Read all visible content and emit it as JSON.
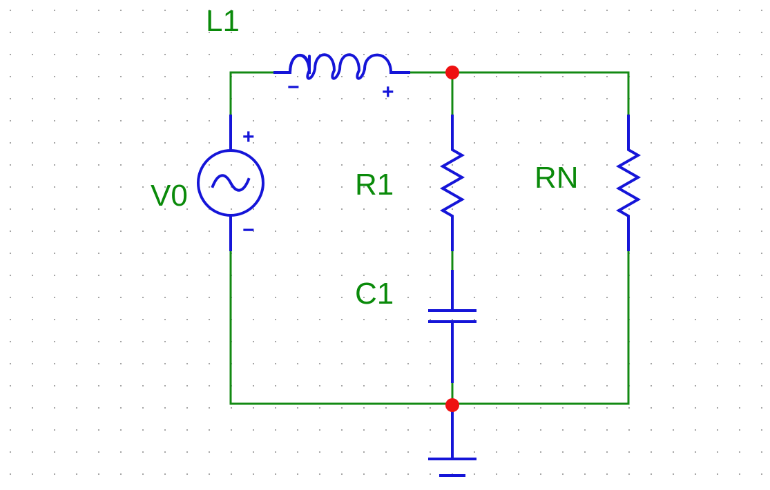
{
  "schematic": {
    "components": {
      "source": {
        "label": "V0",
        "type": "ac-voltage-source",
        "plus": "+",
        "minus": "−"
      },
      "inductor": {
        "label": "L1",
        "type": "inductor",
        "minus": "−",
        "plus": "+"
      },
      "resistor": {
        "label": "R1",
        "type": "resistor"
      },
      "capacitor": {
        "label": "C1",
        "type": "capacitor"
      },
      "load": {
        "label": "RN",
        "type": "resistor"
      },
      "ground": {
        "type": "ground"
      }
    },
    "colors": {
      "wire": "#138a13",
      "component": "#1515d8",
      "label": "#0a8a0a",
      "junction": "#ee1111",
      "grid_dot": "#9a9a9a"
    },
    "icons": [
      "ac-source-icon",
      "inductor-icon",
      "resistor-icon",
      "capacitor-icon",
      "ground-icon",
      "junction-dot"
    ]
  }
}
